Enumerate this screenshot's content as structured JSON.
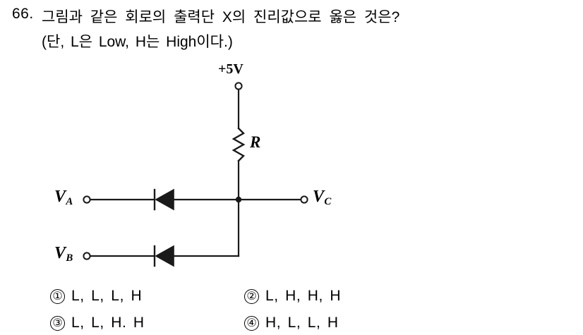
{
  "question": {
    "number": "66.",
    "line1": "그림과 같은 회로의 출력단 X의 진리값으로 옳은 것은?",
    "line2": "(단, L은 Low, H는 High이다.)"
  },
  "circuit": {
    "supply_label": "+5V",
    "resistor_label": "R",
    "input_a_label_main": "V",
    "input_a_label_sub": "A",
    "input_b_label_main": "V",
    "input_b_label_sub": "B",
    "output_label_main": "V",
    "output_label_sub": "C",
    "line_color": "#1a1a1a",
    "components": {
      "supply_terminal": "open-circle-terminal",
      "resistor": "zigzag-resistor",
      "diode_a": "diode-pointing-left",
      "diode_b": "diode-pointing-left",
      "junction": "junction-dot",
      "input_a_terminal": "open-circle-terminal",
      "input_b_terminal": "open-circle-terminal",
      "output_terminal": "open-circle-terminal"
    }
  },
  "choices": [
    {
      "marker": "①",
      "text": "L, L, L, H"
    },
    {
      "marker": "②",
      "text": "L, H, H, H"
    },
    {
      "marker": "③",
      "text": "L, L, H. H"
    },
    {
      "marker": "④",
      "text": "H, L, L, H"
    }
  ]
}
